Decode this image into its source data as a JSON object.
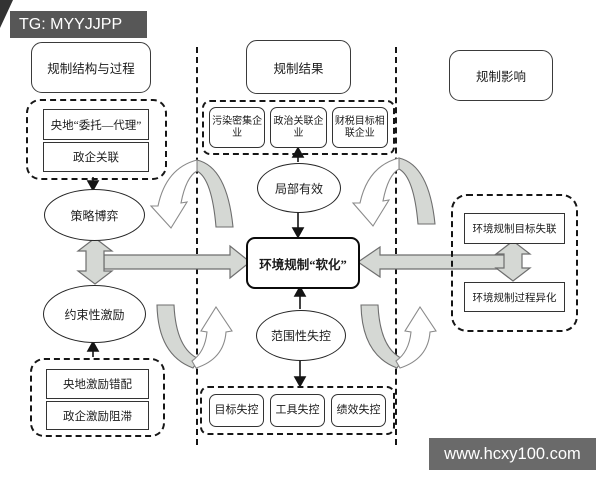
{
  "badges": {
    "telegram": "TG: MYYJJPP",
    "website": "www.hcxy100.com"
  },
  "headers": {
    "process": "规制结构与过程",
    "result": "规制结果",
    "impact": "规制影响"
  },
  "left": {
    "structure_items": [
      "央地“委托—代理”",
      "政企关联"
    ],
    "ellipse_game": "策略博弈",
    "ellipse_incentive": "约束性激励",
    "incentive_items": [
      "央地激励错配",
      "政企激励阻滞"
    ]
  },
  "center": {
    "enterprises": [
      "污染密集企业",
      "政治关联企业",
      "财税目标相联企业"
    ],
    "ellipse_partial": "局部有效",
    "core": "环境规制“软化”",
    "ellipse_scope": "范围性失控",
    "failures": [
      "目标失控",
      "工具失控",
      "绩效失控"
    ]
  },
  "right": {
    "items": [
      "环境规制目标失联",
      "环境规制过程异化"
    ]
  },
  "colors": {
    "arrow_fill": "#d5d8d4",
    "arrow_stroke": "#6e6e6e",
    "line": "#141414",
    "watermark_bg": "#5f5f5f"
  }
}
